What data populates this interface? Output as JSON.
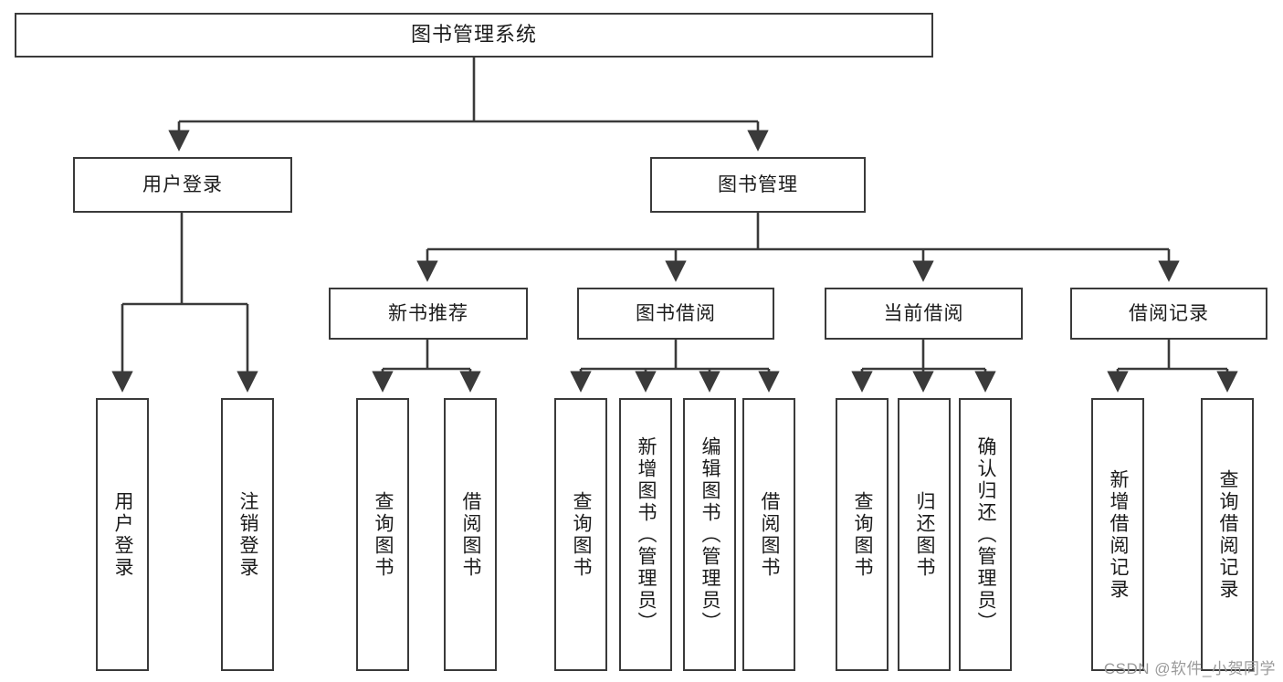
{
  "diagram": {
    "type": "tree",
    "title": "图书管理系统",
    "background_color": "#ffffff",
    "border_color": "#3a3a3a",
    "text_color": "#1b1b1b",
    "watermark": "CSDN @软件_小贺同学",
    "nodes": {
      "root": {
        "label": "图书管理系统"
      },
      "level2": [
        {
          "label": "用户登录"
        },
        {
          "label": "图书管理"
        }
      ],
      "level3": [
        {
          "label": "新书推荐"
        },
        {
          "label": "图书借阅"
        },
        {
          "label": "当前借阅"
        },
        {
          "label": "借阅记录"
        }
      ],
      "login_leaves": [
        {
          "label": "用户登录"
        },
        {
          "label": "注销登录"
        }
      ],
      "newbook_leaves": [
        {
          "label": "查询图书"
        },
        {
          "label": "借阅图书"
        }
      ],
      "borrow_leaves": [
        {
          "label": "查询图书"
        },
        {
          "label": "新增图书（管理员）"
        },
        {
          "label": "编辑图书（管理员）"
        },
        {
          "label": "借阅图书"
        }
      ],
      "current_leaves": [
        {
          "label": "查询图书"
        },
        {
          "label": "归还图书"
        },
        {
          "label": "确认归还（管理员）"
        }
      ],
      "record_leaves": [
        {
          "label": "新增借阅记录"
        },
        {
          "label": "查询借阅记录"
        }
      ]
    }
  }
}
